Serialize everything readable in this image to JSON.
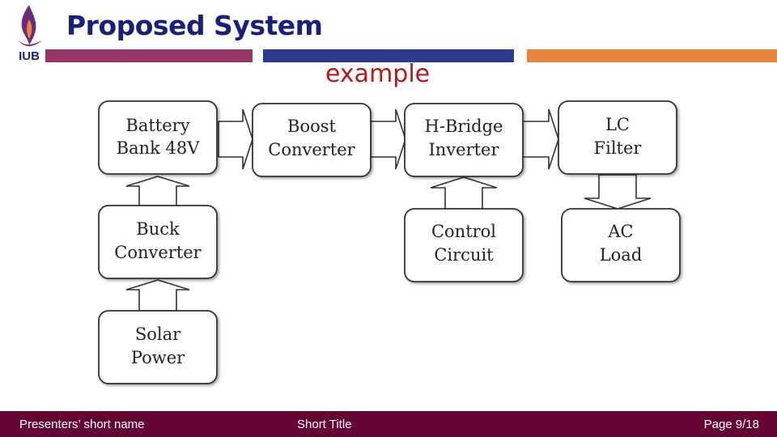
{
  "header": {
    "logo_text": "IUB",
    "title": "Proposed System",
    "subtitle": "example"
  },
  "diagram": {
    "nodes": {
      "battery": {
        "line1": "Battery",
        "line2": "Bank 48V"
      },
      "boost": {
        "line1": "Boost",
        "line2": "Converter"
      },
      "hbridge": {
        "line1": "H-Bridge",
        "line2": "Inverter"
      },
      "lcfilter": {
        "line1": "LC",
        "line2": "Filter"
      },
      "buck": {
        "line1": "Buck",
        "line2": "Converter"
      },
      "control": {
        "line1": "Control",
        "line2": "Circuit"
      },
      "acload": {
        "line1": "AC",
        "line2": "Load"
      },
      "solar": {
        "line1": "Solar",
        "line2": "Power"
      }
    }
  },
  "footer": {
    "presenter": "Presenters’ short name",
    "short_title": "Short Title",
    "page": "Page 9/18"
  },
  "colors": {
    "title": "#1a1f7a",
    "subtitle": "#b31b1b",
    "bar_purple": "#963566",
    "bar_blue": "#2e3a8c",
    "bar_orange": "#e8843c",
    "footer_bg": "#650533"
  }
}
